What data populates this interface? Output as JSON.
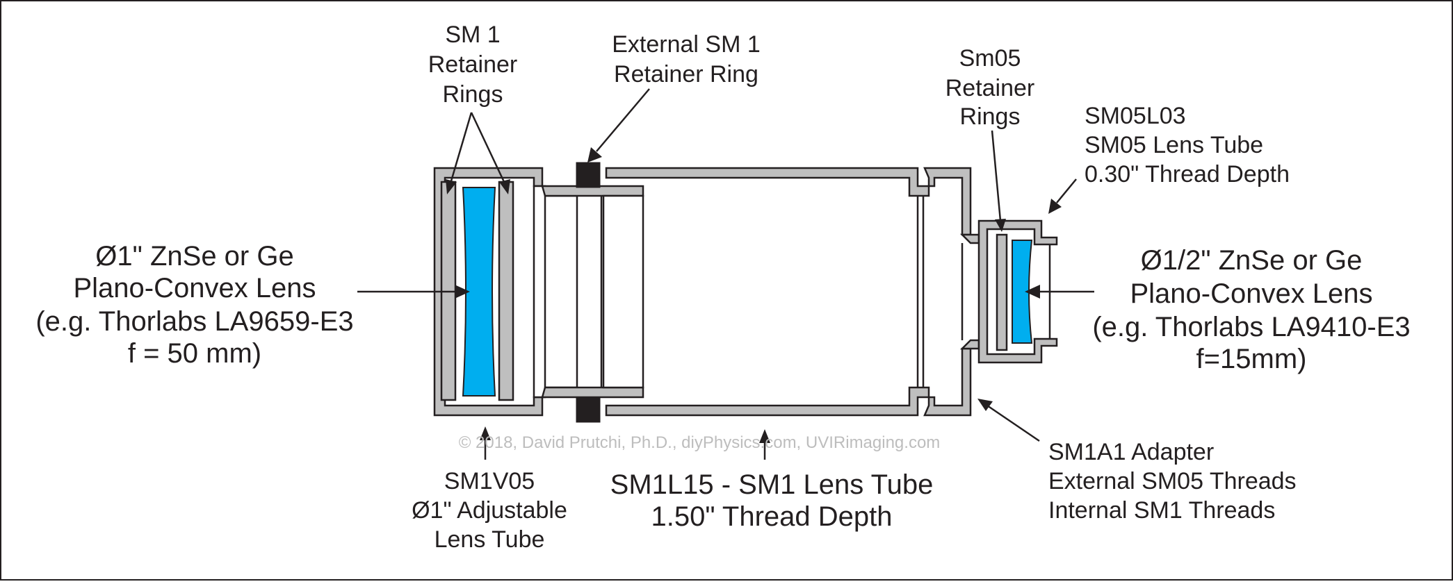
{
  "labels": {
    "sm1_retainer": [
      "SM 1",
      "Retainer",
      "Rings"
    ],
    "external_sm1": [
      "External SM 1",
      "Retainer Ring"
    ],
    "sm05_retainer": [
      "Sm05",
      "Retainer",
      "Rings"
    ],
    "sm05l03": [
      "SM05L03",
      "SM05 Lens Tube",
      "0.30\" Thread Depth"
    ],
    "left_lens": [
      "Ø1\" ZnSe or Ge",
      "Plano-Convex Lens",
      "(e.g. Thorlabs LA9659-E3",
      "f = 50 mm)"
    ],
    "right_lens": [
      "Ø1/2\" ZnSe or Ge",
      "Plano-Convex Lens",
      "(e.g. Thorlabs LA9410-E3",
      "f=15mm)"
    ],
    "sm1v05": [
      "SM1V05",
      "Ø1\" Adjustable",
      "Lens Tube"
    ],
    "sm1l15": [
      "SM1L15 - SM1 Lens Tube",
      "1.50\" Thread Depth"
    ],
    "sm1a1": [
      "SM1A1 Adapter",
      "External SM05 Threads",
      "Internal SM1 Threads"
    ]
  },
  "copyright": "© 2018, David Prutchi, Ph.D., diyPhysics.com, UVIRimaging.com",
  "colors": {
    "housing": "#bfbfbf",
    "lens": "#00aeef",
    "outline": "#231f20",
    "retainer_ring": "#231f20"
  }
}
